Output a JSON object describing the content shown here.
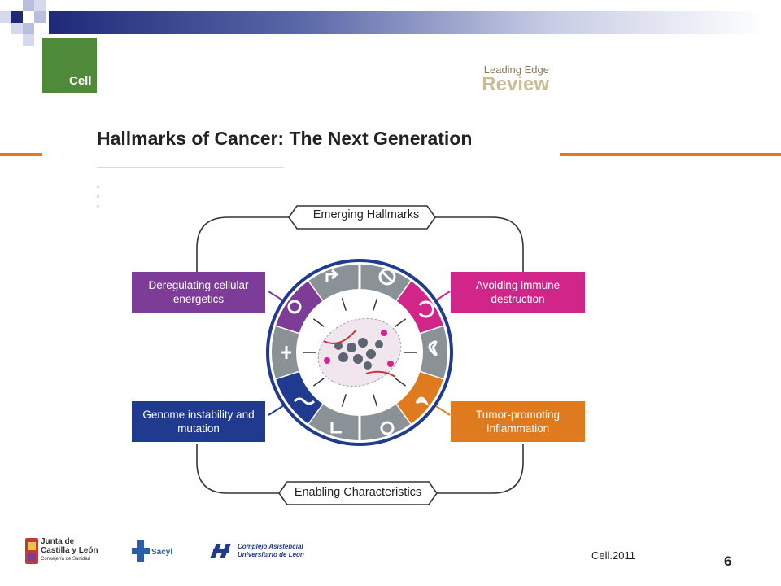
{
  "header": {
    "colors": {
      "bar_dark": "#1e2a78",
      "accent_orange": "#e8742a"
    }
  },
  "article": {
    "journal_logo": "Cell",
    "section_line1": "Leading Edge",
    "section_line2": "Review",
    "title": "Hallmarks of Cancer: The Next Generation"
  },
  "diagram": {
    "top_banner": "Emerging Hallmarks",
    "bottom_banner": "Enabling Characteristics",
    "boxes": {
      "deregulating": "Deregulating cellular energetics",
      "immune": "Avoiding immune destruction",
      "genome": "Genome instability and mutation",
      "inflammation": "Tumor-promoting Inflammation"
    },
    "colors": {
      "purple": "#7d3c98",
      "magenta": "#d1258a",
      "navy": "#1f3a8f",
      "orange": "#e07a1f",
      "gray": "#8a9197"
    }
  },
  "footer": {
    "logo1_line1": "Junta de",
    "logo1_line2": "Castilla y León",
    "logo1_line3": "Consejería de Sanidad",
    "logo2": "Sacyl",
    "logo3_line1": "Complejo Asistencial",
    "logo3_line2": "Universitario de León",
    "citation": "Cell.2011",
    "page_number": "6"
  }
}
